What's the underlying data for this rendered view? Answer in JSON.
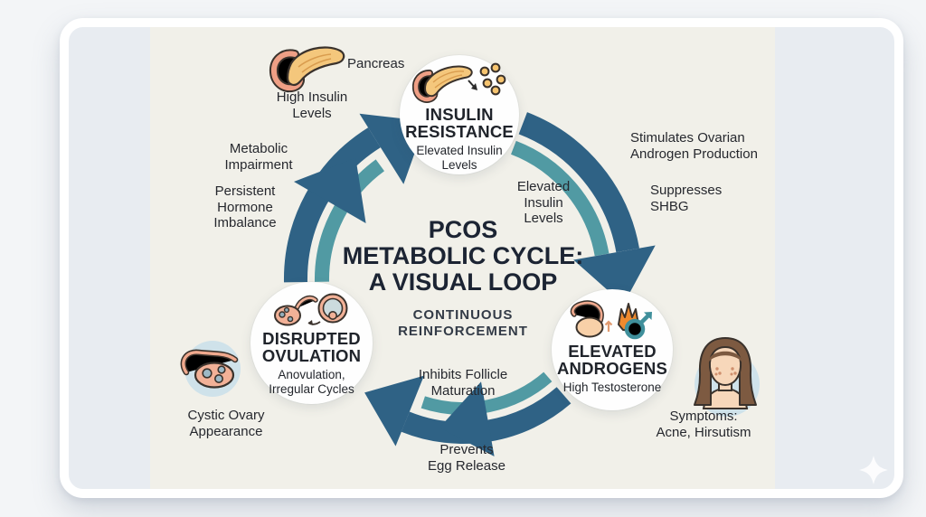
{
  "title": "PCOS\nMETABOLIC CYCLE:\nA VISUAL LOOP",
  "center_caption": "CONTINUOUS\nREINFORCEMENT",
  "nodes": {
    "insulin_resistance": {
      "title": "INSULIN\nRESISTANCE",
      "subtitle": "Elevated Insulin\nLevels",
      "icon": "pancreas-insulin-dots-icon"
    },
    "elevated_androgens": {
      "title": "ELEVATED\nANDROGENS",
      "subtitle": "High Testosterone",
      "icon": "ovary-flame-male-symbol-icon"
    },
    "disrupted_ovulation": {
      "title": "DISRUPTED\nOVULATION",
      "subtitle": "Anovulation,\nIrregular Cycles",
      "icon": "ovary-follicle-icon"
    }
  },
  "labels": {
    "pancreas": "Pancreas",
    "high_insulin": "High Insulin\nLevels",
    "metabolic_impairment": "Metabolic\nImpairment",
    "persistent_hormone": "Persistent\nHormone\nImbalance",
    "elevated_insulin": "Elevated\nInsulin\nLevels",
    "stimulates": "Stimulates Ovarian\nAndrogen Production",
    "suppresses": "Suppresses\nSHBG",
    "symptoms": "Symptoms:\nAcne, Hirsutism",
    "cystic_ovary": "Cystic Ovary\nAppearance",
    "inhibits": "Inhibits Follicle\nMaturation",
    "prevents": "Prevents\nEgg Release"
  },
  "icons": {
    "side_pancreas": "pancreas-illustration",
    "side_cystic_ovary": "cystic-ovary-illustration",
    "side_woman": "woman-with-acne-illustration",
    "corner_sparkle": "sparkle-icon"
  },
  "colors": {
    "page_bg": "#f3f5f7",
    "card_bg": "#e8ecf1",
    "card_border": "#ffffff",
    "canvas_bg": "#f1f0e9",
    "arrow_dark": "#2f6285",
    "arrow_teal": "#519aa3",
    "title_text": "#1c2433",
    "body_text": "#26282e",
    "icon_circle_blue": "#cfe2ea",
    "organ_salmon": "#f0a98e",
    "pancreas_tan": "#f4c77c",
    "flame_orange": "#ef8a2e",
    "male_symbol_teal": "#3f8f9b"
  }
}
